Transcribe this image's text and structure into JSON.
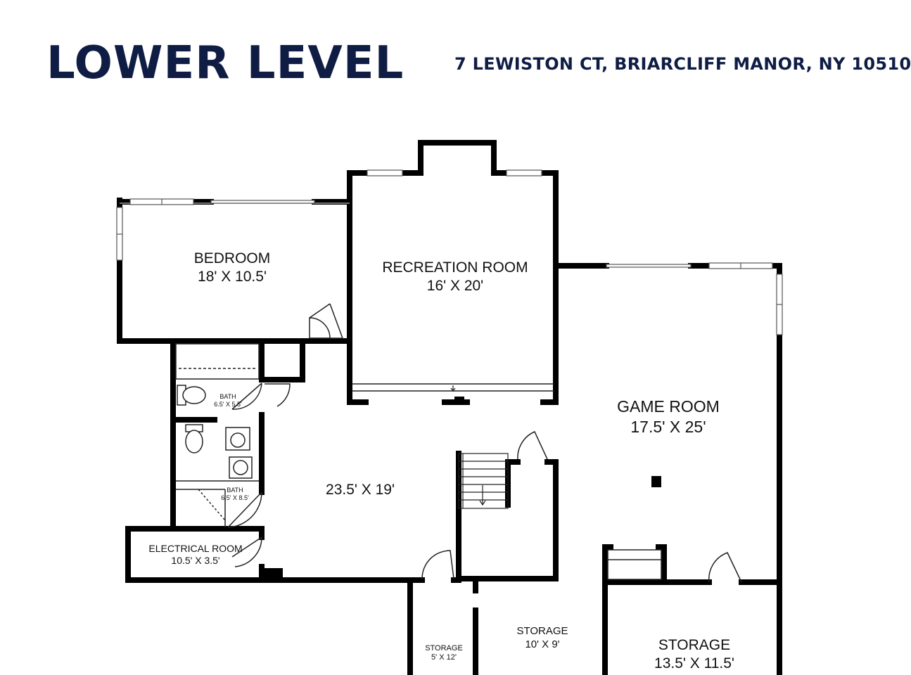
{
  "header": {
    "title": "LOWER LEVEL",
    "address": "7 LEWISTON CT, BRIARCLIFF MANOR, NY 10510"
  },
  "rooms": [
    {
      "id": "bedroom",
      "name": "BEDROOM",
      "dims": "18' X 10.5'"
    },
    {
      "id": "recreation",
      "name": "RECREATION ROOM",
      "dims": "16' X 20'"
    },
    {
      "id": "game",
      "name": "GAME ROOM",
      "dims": "17.5' X 25'"
    },
    {
      "id": "main",
      "name": "",
      "dims": "23.5' X 19'"
    },
    {
      "id": "bath1",
      "name": "BATH",
      "dims": "6.5' X 5.5'"
    },
    {
      "id": "bath2",
      "name": "BATH",
      "dims": "6.5' X 8.5'"
    },
    {
      "id": "electrical",
      "name": "ELECTRICAL ROOM",
      "dims": "10.5' X 3.5'"
    },
    {
      "id": "storage-small",
      "name": "STORAGE",
      "dims": "5' X 12'"
    },
    {
      "id": "storage-mid",
      "name": "STORAGE",
      "dims": "10' X 9'"
    },
    {
      "id": "storage-large",
      "name": "STORAGE",
      "dims": "13.5' X 11.5'"
    }
  ]
}
